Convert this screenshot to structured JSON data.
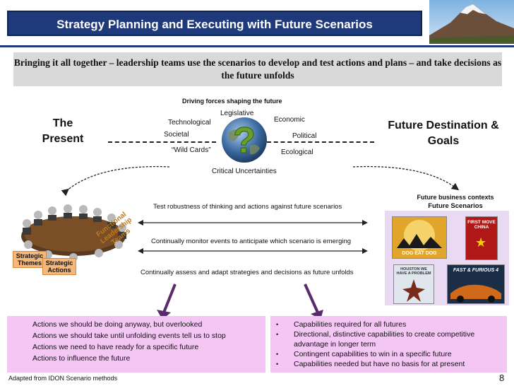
{
  "header": {
    "title": "Strategy Planning and Executing with Future Scenarios",
    "subtitle": "Bringing it all together – leadership teams use the scenarios to develop and test actions and plans – and take decisions as the future unfolds"
  },
  "diagram": {
    "driving_forces_heading": "Driving forces shaping the future",
    "forces": {
      "legislative": "Legislative",
      "technological": "Technological",
      "economic": "Economic",
      "societal": "Societal",
      "political": "Political",
      "wild_cards": "“Wild Cards”",
      "ecological": "Ecological"
    },
    "critical_uncertainties": "Critical Uncertainties",
    "globe_symbol": "?",
    "present_label": "The Present",
    "future_label": "Future Destination & Goals",
    "future_contexts_title": "Future business contexts",
    "future_scenarios_label": "Future Scenarios",
    "arrow_labels": {
      "test": "Test robustness of thinking and actions against future scenarios",
      "monitor": "Continually monitor events to anticipate which scenario is emerging",
      "assess": "Continually assess and adapt strategies and decisions as future unfolds"
    },
    "team_labels": {
      "strategic_themes": "Strategic Themes",
      "strategic_actions": "Strategic Actions",
      "functional_teams": "Functional Leadership Teams"
    },
    "posters": {
      "dog_eat_dog": "DOG EAT DOG",
      "china": "FIRST MOVE CHINA",
      "houston": "HOUSTON WE HAVE A PROBLEM",
      "fast_furious": "FAST & FURIOUS 4"
    }
  },
  "actions": [
    "Actions we should be doing anyway, but overlooked",
    "Actions we should take until unfolding events tell us to stop",
    "Actions we need to have ready for a specific future",
    "Actions to influence the future"
  ],
  "capabilities": [
    "Capabilities required for all futures",
    "Directional, distinctive capabilities to create competitive advantage in longer term",
    "Contingent capabilities to win in a specific future",
    "Capabilities needed but have no basis for at present"
  ],
  "footer": {
    "source": "Adapted from IDON  Scenario methods",
    "page_number": "8"
  },
  "colors": {
    "title_bar": "#1f3a7a",
    "subtitle_bg": "#d9d9d9",
    "bottom_boxes": "#f4c6f4",
    "label_orange": "#f5b87a",
    "arrow_purple": "#5a2a6a"
  }
}
